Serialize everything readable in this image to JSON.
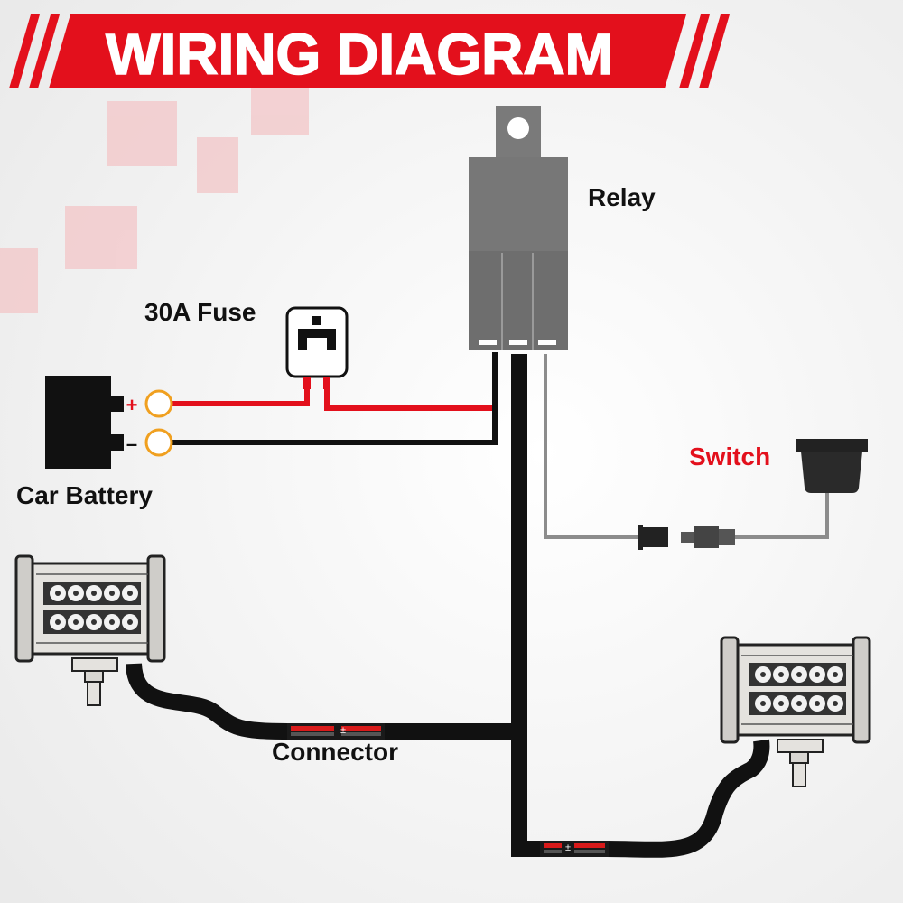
{
  "title": "WIRING DIAGRAM",
  "labels": {
    "relay": "Relay",
    "fuse": "30A Fuse",
    "battery": "Car Battery",
    "switch": "Switch",
    "connector": "Connector",
    "plus": "+",
    "minus": "–",
    "connector_mark": "±"
  },
  "colors": {
    "banner_red": "#e3101c",
    "wire_red": "#e3101c",
    "wire_black": "#111111",
    "wire_gray": "#8c8c8c",
    "terminal_orange": "#f0a020",
    "switch_label": "#e3101c"
  }
}
